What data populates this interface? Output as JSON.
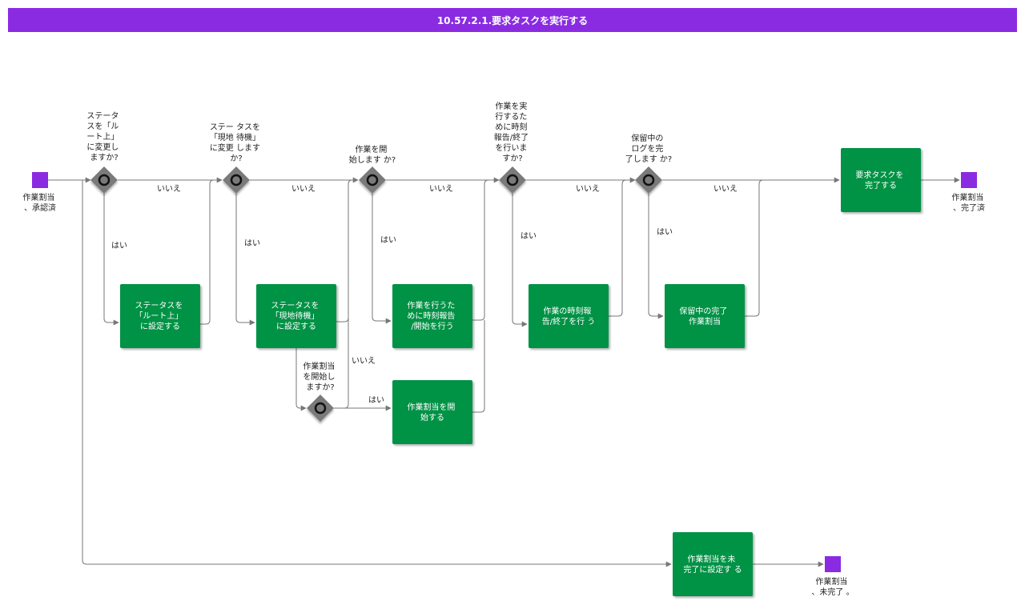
{
  "title": "10.57.2.1.要求タスクを実行する",
  "colors": {
    "title_bar": "#8a2be2",
    "task": "#009245",
    "event": "#8a2be2",
    "gateway": "#7a7a7a"
  },
  "events": {
    "start": [
      "作業割当",
      "、承認済"
    ],
    "end_complete": [
      "作業割当",
      "、完了済"
    ],
    "end_incomplete": [
      "作業割当",
      "、未完了 。"
    ]
  },
  "gateways": {
    "g1": [
      "ステータ",
      "スを「ル",
      "ート上」",
      "に変更し",
      "ますか?"
    ],
    "g2": [
      "ステー タスを",
      "「現地 待機」",
      "に変更 します",
      "か?"
    ],
    "g3": [
      "作業を開",
      "始します か?"
    ],
    "g4": [
      "作業を実",
      "行するた",
      "めに時刻",
      "報告/終了",
      "を行いま",
      "すか?"
    ],
    "g5": [
      "保留中の",
      "ログを完",
      "了します か?"
    ],
    "g6": [
      "作業割当",
      "を開始し",
      "ますか?"
    ]
  },
  "tasks": {
    "t1": [
      "ステータスを",
      "「ルート上」",
      "に設定する"
    ],
    "t2": [
      "ステータスを",
      "「現地待機」",
      "に設定する"
    ],
    "t3": [
      "作業を行うた",
      "めに時刻報告",
      "/開始を行う"
    ],
    "t4": [
      "作業の時刻報",
      "告/終了を行 う"
    ],
    "t5": [
      "保留中の完了",
      "作業割当"
    ],
    "t6": [
      "作業割当を開",
      "始する"
    ],
    "t7": [
      "要求タスクを",
      "完了する"
    ],
    "t8": [
      "作業割当を未",
      "完了に設定す る"
    ]
  },
  "edge_labels": {
    "no": "いいえ",
    "yes": "はい"
  }
}
